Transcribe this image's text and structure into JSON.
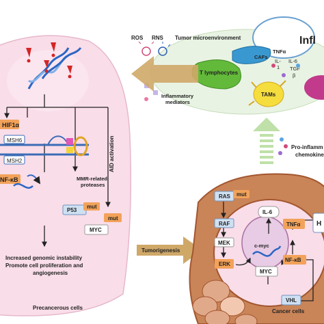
{
  "labels": {
    "ros": "ROS",
    "rns": "RNS",
    "tumor_microenvironment": "Tumor microenvironment",
    "infl": "Infl",
    "t_lymphocytes": "T lymphocytes",
    "cafs": "CAFs",
    "tnfa_top": "TNFα",
    "il1": "IL-",
    "il1_b": "1",
    "il6_top": "IL-6",
    "tgf": "TGF",
    "tgf_b": "β",
    "tams": "TAMs",
    "inflammatory_mediators_1": "Inflammatory",
    "inflammatory_mediators_2": "mediators",
    "pro_inflamm_1": "Pro-inflamm",
    "pro_inflamm_2": "chemokines",
    "hif1a": "HIF1α",
    "msh6": "MSH6",
    "msh2": "MSH2",
    "nfkb_left": "NF-κB",
    "mmr_1": "MMR-related",
    "mmr_2": "proteases",
    "aid": "AID activation",
    "p53": "P53",
    "mut": "mut",
    "myc_left": "MYC",
    "outcome_1": "Increased genomic instability",
    "outcome_2": "Promote cell proliferation and",
    "outcome_3": "angiogenesis",
    "precancerous": "Precancerous cells",
    "tumorigenesis": "Tumorigenesis",
    "ras": "RAS",
    "raf": "RAF",
    "mek": "MEK",
    "erk": "ERK",
    "il6_right": "IL-6",
    "cmyc": "c-myc",
    "myc_right": "MYC",
    "tnfa_right": "TNFα",
    "nfkb_right": "NF-κB",
    "vhl": "VHL",
    "h_box": "H",
    "cancer_cells": "Cancer cells"
  },
  "colors": {
    "cell_fill": "#f9dde9",
    "cell_stroke": "#e6b8cb",
    "micro_fill": "#e9f3e3",
    "orange_box": "#f2a25a",
    "arrow_tan": "#cfa868",
    "tumor_brown": "#c98458",
    "tumor_dark": "#a2562f",
    "green_cell": "#63b93a",
    "blue_cell": "#3a98d1",
    "red_alert": "#d32626"
  }
}
